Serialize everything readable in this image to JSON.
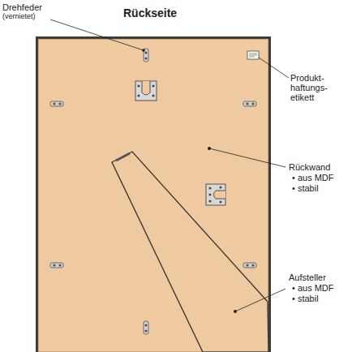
{
  "diagram": {
    "title": "Rückseite",
    "labels": [
      "Drehfeder",
      "(vernietet)",
      "Produkt- haftungs- etikett",
      "Rückwand",
      "• aus MDF",
      "• stabil",
      "Aufsteller",
      "• aus MDF",
      "• stabil"
    ]
  }
}
